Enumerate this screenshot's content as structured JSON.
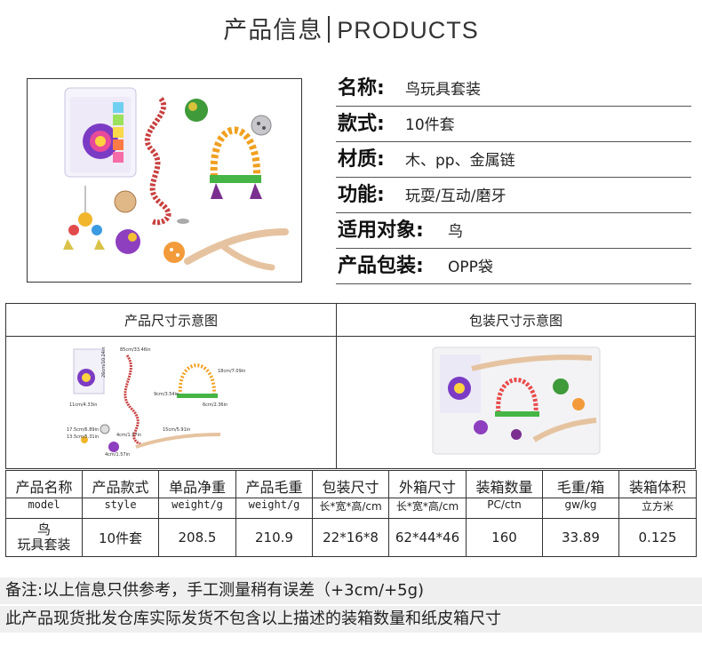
{
  "header": {
    "title_cn": "产品信息",
    "title_en": "PRODUCTS"
  },
  "specs": [
    {
      "label": "名称:",
      "value": "鸟玩具套装"
    },
    {
      "label": "款式:",
      "value": "10件套"
    },
    {
      "label": "材质:",
      "value": "木、pp、金属链"
    },
    {
      "label": "功能:",
      "value": "玩耍/互动/磨牙"
    },
    {
      "label": "适用对象:",
      "value": "鸟"
    },
    {
      "label": "产品包装:",
      "value": "OPP袋"
    }
  ],
  "dimension_section": {
    "left_title": "产品尺寸示意图",
    "right_title": "包装尺寸示意图"
  },
  "dimension_labels": [
    "85cm/33.46in",
    "26cm/10.24in",
    "11cm/4.33in",
    "18cm/7.09in",
    "9cm/3.54in",
    "6cm/2.36in",
    "17.5cm/6.89in",
    "13.5cm/5.31in",
    "4cm/1.57in",
    "4cm/1.57in",
    "15cm/5.91in"
  ],
  "table": {
    "headers": [
      {
        "cn": "产品名称",
        "en": "model"
      },
      {
        "cn": "产品款式",
        "en": "style"
      },
      {
        "cn": "单品净重",
        "en": "weight/g"
      },
      {
        "cn": "产品毛重",
        "en": "weight/g"
      },
      {
        "cn": "包装尺寸",
        "en": "长*宽*高/cm"
      },
      {
        "cn": "外箱尺寸",
        "en": "长*宽*高/cm"
      },
      {
        "cn": "装箱数量",
        "en": "PC/ctn"
      },
      {
        "cn": "毛重/箱",
        "en": "gw/kg"
      },
      {
        "cn": "装箱体积",
        "en": "立方米"
      }
    ],
    "row": {
      "name_line1": "鸟",
      "name_line2": "玩具套装",
      "style": "10件套",
      "net": "208.5",
      "gross": "210.9",
      "pack": "22*16*8",
      "carton": "62*44*46",
      "qty": "160",
      "gw": "33.89",
      "vol": "0.125"
    }
  },
  "notes": {
    "line1": "备注:以上信息只供参考，手工测量稍有误差（+3cm/+5g)",
    "line2": "此产品现货批发仓库实际发货不包含以上描述的装箱数量和纸皮箱尺寸"
  },
  "colors": {
    "border": "#333333",
    "note_bg": "#efefef",
    "wood": "#e6c3a0"
  }
}
